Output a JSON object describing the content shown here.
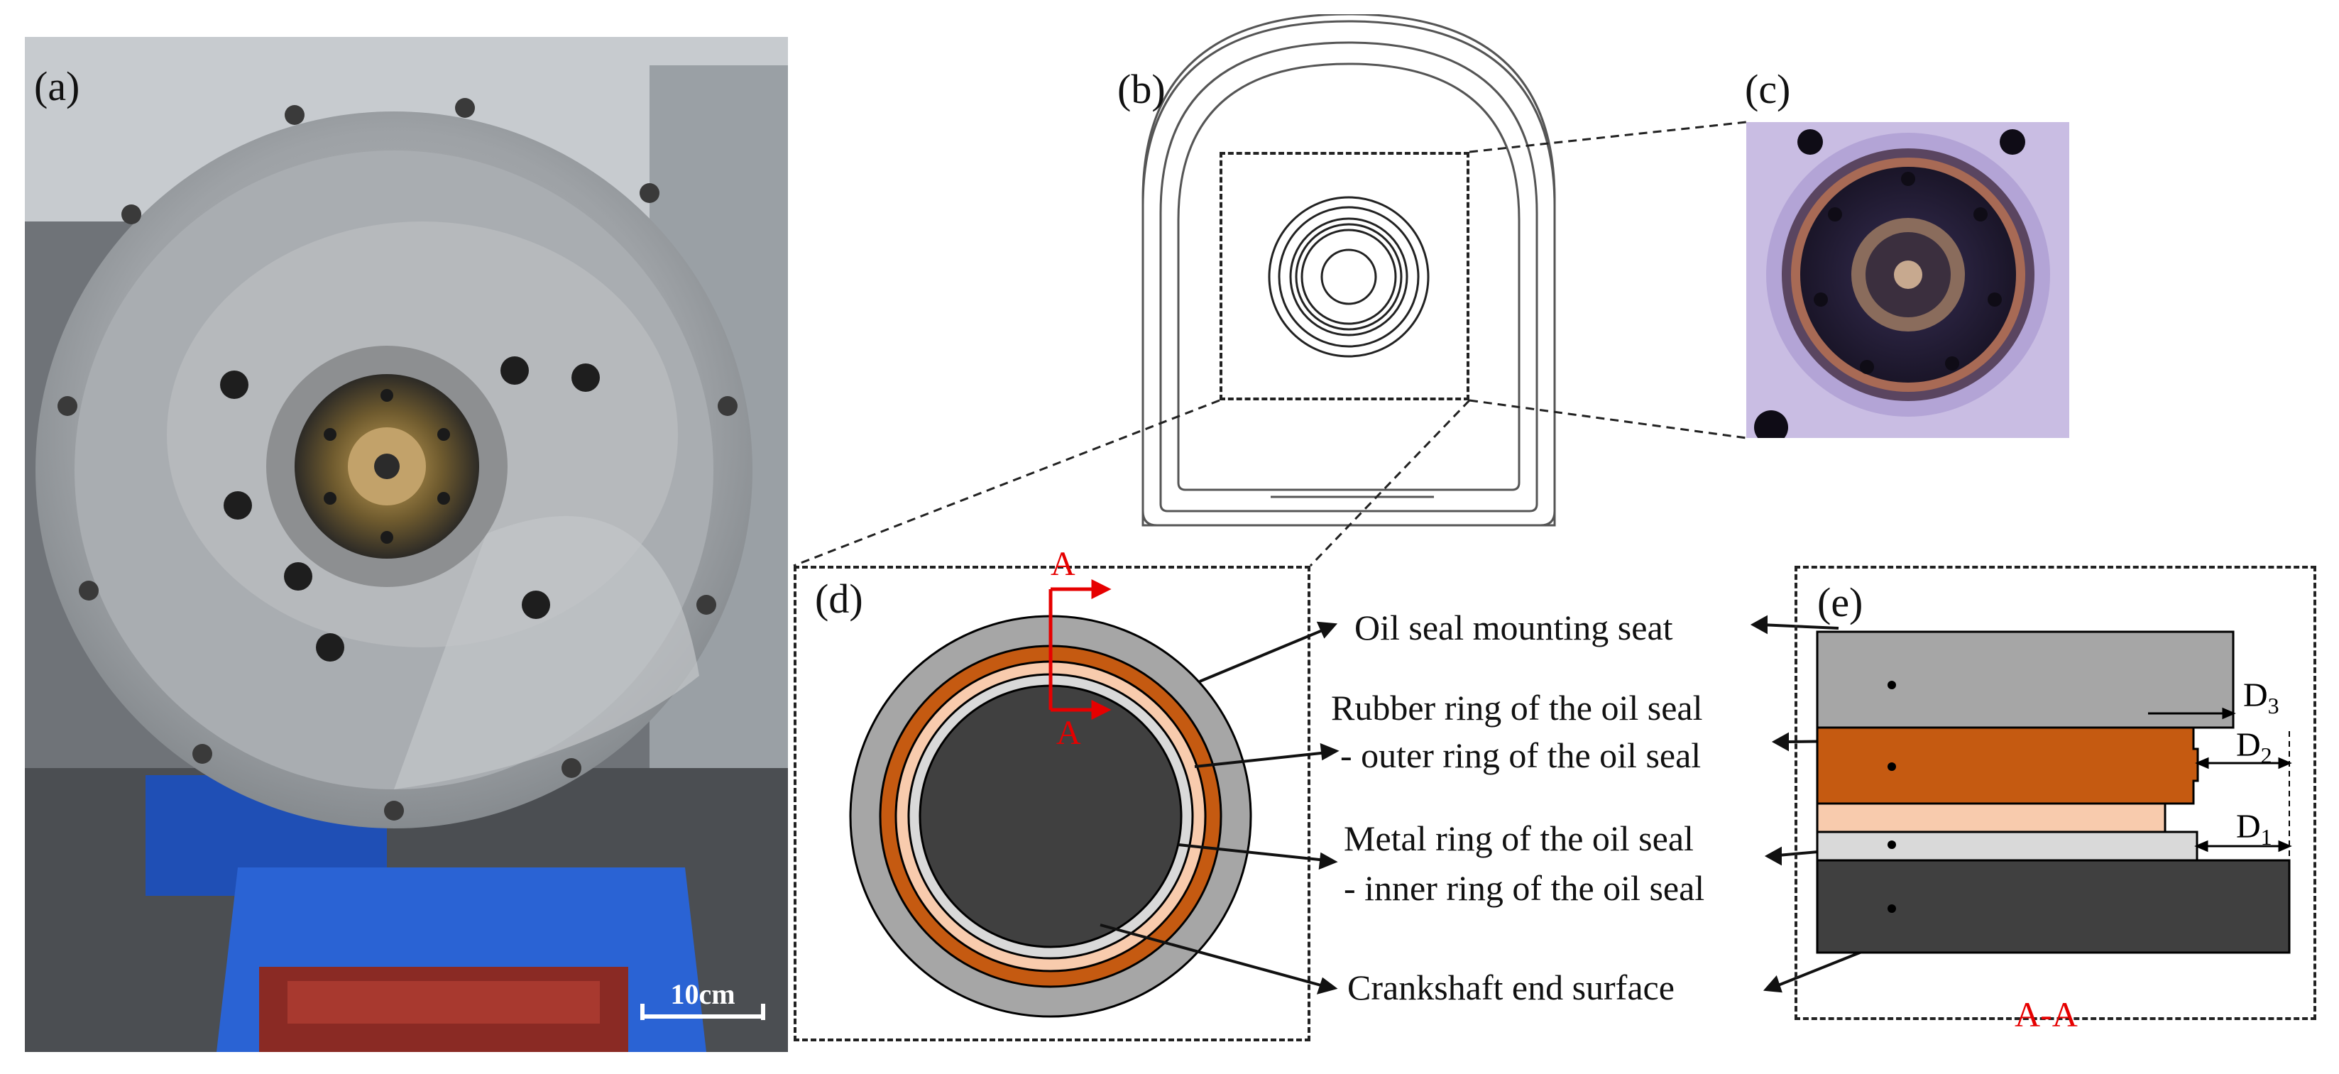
{
  "panels": {
    "a": {
      "label": "(a)",
      "scale_bar": "10cm"
    },
    "b": {
      "label": "(b)"
    },
    "c": {
      "label": "(c)"
    },
    "d": {
      "label": "(d)",
      "section_mark_top": "A",
      "section_mark_bottom": "A"
    },
    "e": {
      "label": "(e)",
      "section_title": "A-A",
      "dims": [
        "D3",
        "D2",
        "D1"
      ]
    }
  },
  "callouts": [
    {
      "id": "seat",
      "line1": "Oil seal mounting seat"
    },
    {
      "id": "rubber",
      "line1": "Rubber ring of the oil seal",
      "line2": "- outer ring of the oil seal"
    },
    {
      "id": "metal",
      "line1": "Metal ring of the oil seal",
      "line2": "- inner ring of the oil seal"
    },
    {
      "id": "crank",
      "line1": "Crankshaft end surface"
    }
  ],
  "colors": {
    "seat_gray": "#a6a6a6",
    "rubber_orange": "#c55a11",
    "peach": "#f8cbad",
    "metal_light": "#d9d9d9",
    "crank_dark": "#404040",
    "section_red": "#e60000"
  }
}
